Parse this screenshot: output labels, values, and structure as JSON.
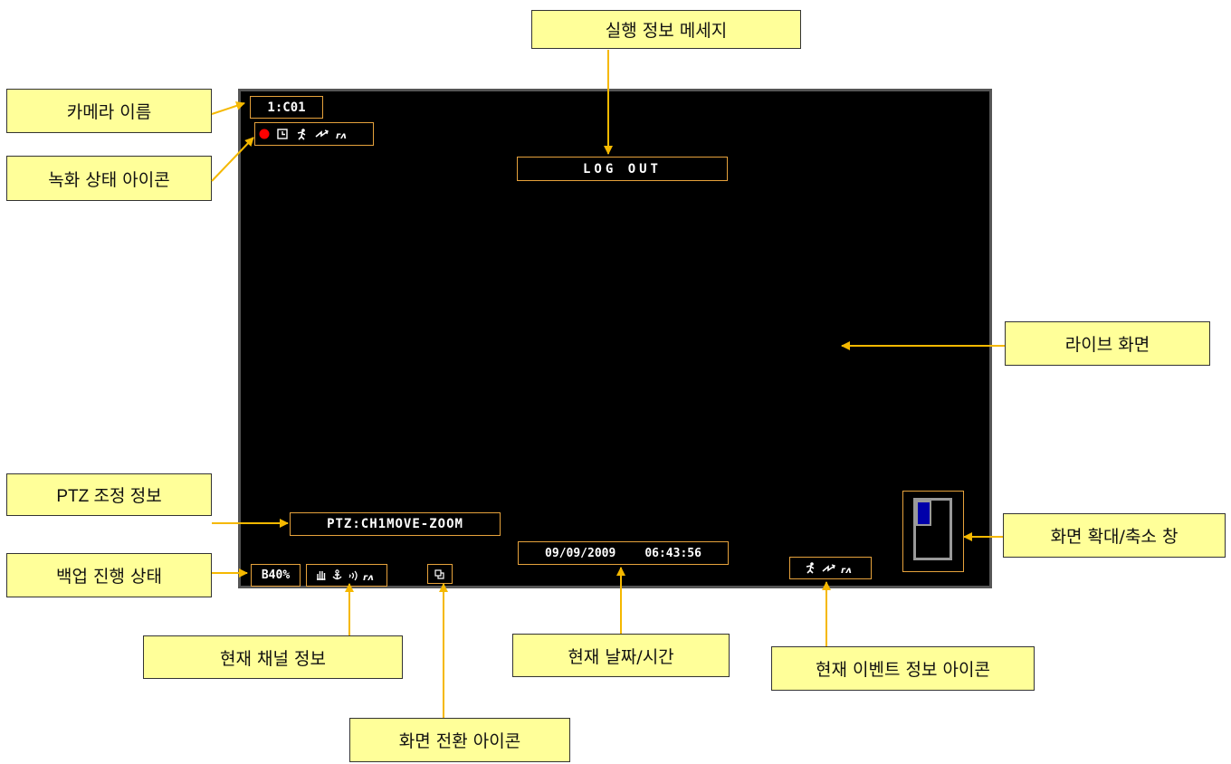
{
  "callouts": {
    "message": "실행 정보 메세지",
    "camera_name": "카메라 이름",
    "record_status": "녹화 상태 아이콘",
    "live_screen": "라이브 화면",
    "ptz": "PTZ 조정 정보",
    "backup": "백업 진행 상태",
    "zoom_window": "화면 확대/축소  창",
    "channel_info": "현재 채널 정보",
    "datetime": "현재 날짜/시간",
    "event_icons": "현재 이벤트 정보 아이콘",
    "switch_icon": "화면 전환 아이콘"
  },
  "osd": {
    "camera": "1:C01",
    "message": "LOG OUT",
    "ptz": "PTZ:CH1MOVE-ZOOM",
    "backup": "B40%",
    "date": "09/09/2009",
    "time": "06:43:56"
  },
  "colors": {
    "callout_bg": "#ffff99",
    "arrow": "#f5b800",
    "osd_border": "#e6a23c",
    "record_dot": "#ff0000",
    "zoom_highlight": "#0000aa"
  },
  "icons": {
    "record": "record-dot-icon",
    "schedule": "schedule-icon",
    "motion": "motion-icon",
    "sensor": "sensor-icon",
    "audio": "audio-icon",
    "ptz_hand": "hand-icon",
    "anchor": "anchor-icon",
    "switch": "screen-switch-icon"
  }
}
